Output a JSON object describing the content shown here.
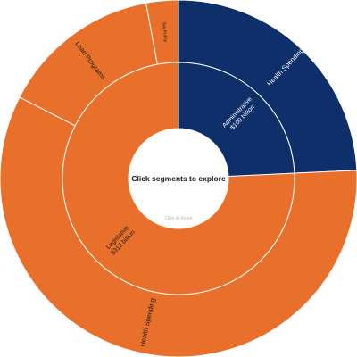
{
  "chart_data": {
    "type": "sunburst",
    "center": {
      "prompt": "Click segments to explore",
      "reset_label": "Click to Reset"
    },
    "colors": {
      "legislative": "#e8702a",
      "administrative": "#0f2f6b",
      "divider": "#ffffff",
      "center_text": "#1a1a1a",
      "reset_text": "#b5b5b5",
      "label_light": "#ffffff",
      "label_dark": "#1a1a1a"
    },
    "inner_ring": [
      {
        "id": "legislative",
        "name": "Legislative",
        "value_label": "$312 billion",
        "value": 312,
        "color_key": "legislative"
      },
      {
        "id": "administrative",
        "name": "Administrative",
        "value_label": "$100 billion",
        "value": 100,
        "color_key": "administrative"
      }
    ],
    "outer_ring": [
      {
        "id": "leg-health",
        "parent": "legislative",
        "name": "Health Spending",
        "value": 240
      },
      {
        "id": "leg-loan",
        "parent": "legislative",
        "name": "Loan Programs",
        "value": 60
      },
      {
        "id": "leg-tax",
        "parent": "legislative",
        "name": "Tax Policy",
        "value": 12
      },
      {
        "id": "adm-health",
        "parent": "administrative",
        "name": "Health Spending",
        "value": 100
      }
    ]
  }
}
